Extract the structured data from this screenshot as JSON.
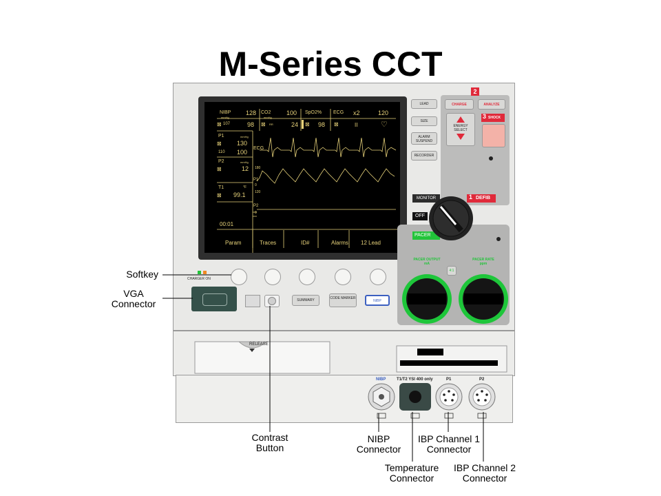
{
  "title": "M-Series CCT",
  "screen": {
    "nibp_label": "NIBP",
    "nibp_unit": "mmHg",
    "nibp_sys": "128",
    "nibp_mean": "107",
    "nibp_dia": "98",
    "co2_label": "CO2",
    "co2_unit": "mmHg",
    "co2_rr": "RR",
    "co2_value": "100",
    "co2_sub": "24",
    "spo2_label": "SpO2%",
    "spo2_value": "98",
    "ecg_label": "ECG",
    "ecg_gain": "x2",
    "ecg_hr": "120",
    "ecg_lead": "II",
    "p1_label": "P1",
    "p1_unit": "mmHg",
    "p1_sys": "130",
    "p1_mean": "110",
    "p1_dia": "100",
    "p2_label": "P2",
    "p2_unit": "mmHg",
    "p2_value": "12",
    "t1_label": "T1",
    "t1_unit": "°F",
    "t1_value": "99.1",
    "trace_ecg": "ECG",
    "trace_p1": "P1",
    "trace_p2": "P2",
    "scale_p1_top": "180",
    "scale_p1_zero": "0",
    "scale_p2_top": "120",
    "scale_p2_zero": "0",
    "time": "00:01",
    "softkeys": [
      "Param",
      "Traces",
      "ID#",
      "Alarms",
      "12 Lead"
    ]
  },
  "side_buttons": [
    "LEAD",
    "SIZE",
    "ALARM SUSPEND",
    "RECORDER"
  ],
  "defib": {
    "step2": "2",
    "charge": "CHARGE",
    "analyze": "ANALYZE",
    "step3": "3",
    "shock": "SHOCK",
    "energy_select": "ENERGY SELECT",
    "monitor": "MONITOR",
    "step1": "1",
    "defib": "DEFIB",
    "off": "OFF",
    "pacer": "PACER",
    "pacer_output": "PACER OUTPUT mA",
    "pacer_rate": "PACER RATE ppm",
    "pacer_mid": "4:1"
  },
  "front": {
    "charger_on": "CHARGER ON",
    "summary": "SUMMARY",
    "code_marker": "CODE MARKER",
    "nibp": "NIBP",
    "release": "RELEASE"
  },
  "ports": {
    "nibp": "NIBP",
    "temp": "T1/T2  YSI 400 only",
    "p1": "P1",
    "p2": "P2"
  },
  "callouts": {
    "softkey": "Softkey",
    "vga": "VGA Connector",
    "contrast": "Contrast Button",
    "nibp": "NIBP Connector",
    "ibp1": "IBP Channel 1 Connector",
    "temperature": "Temperature Connector",
    "ibp2": "IBP Channel 2 Connector"
  },
  "colors": {
    "screen_text": "#e7d27a",
    "pacer_green": "#22c43a",
    "defib_red": "#e02a3a"
  }
}
